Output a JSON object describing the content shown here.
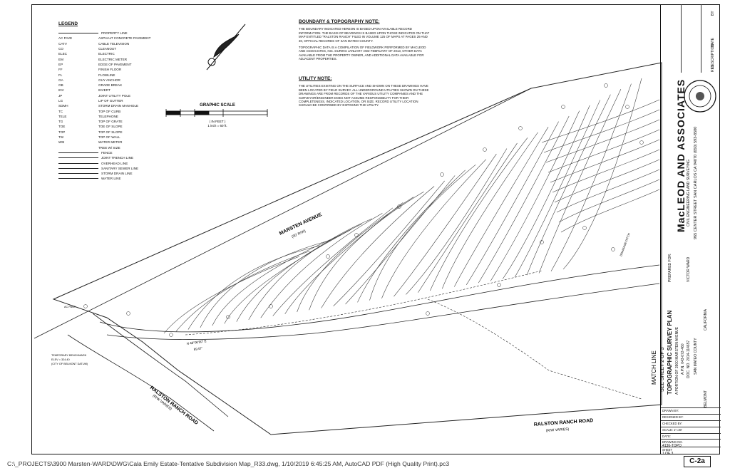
{
  "legend": {
    "title": "LEGEND",
    "items": [
      {
        "abbr": "",
        "desc": "PROPERTY LINE",
        "line": true
      },
      {
        "abbr": "AC PAVE",
        "desc": "ASPHALT CONCRETE PAVEMENT"
      },
      {
        "abbr": "CATV",
        "desc": "CABLE TELEVISION"
      },
      {
        "abbr": "CO",
        "desc": "CLEANOUT"
      },
      {
        "abbr": "ELEC",
        "desc": "ELECTRIC"
      },
      {
        "abbr": "EM",
        "desc": "ELECTRIC METER"
      },
      {
        "abbr": "EP",
        "desc": "EDGE OF PAVEMENT"
      },
      {
        "abbr": "FF",
        "desc": "FINISH FLOOR"
      },
      {
        "abbr": "FL",
        "desc": "FLOWLINE"
      },
      {
        "abbr": "GA",
        "desc": "GUY ANCHOR"
      },
      {
        "abbr": "GB",
        "desc": "GRADE BREAK"
      },
      {
        "abbr": "INV",
        "desc": "INVERT"
      },
      {
        "abbr": "JP",
        "desc": "JOINT UTILITY POLE"
      },
      {
        "abbr": "LG",
        "desc": "LIP OF GUTTER"
      },
      {
        "abbr": "SDMH",
        "desc": "STORM DRAIN MANHOLE"
      },
      {
        "abbr": "TC",
        "desc": "TOP OF CURB"
      },
      {
        "abbr": "TELE",
        "desc": "TELEPHONE"
      },
      {
        "abbr": "TG",
        "desc": "TOP OF GRATE"
      },
      {
        "abbr": "TOE",
        "desc": "TOE OF SLOPE"
      },
      {
        "abbr": "TOP",
        "desc": "TOP OF SLOPE"
      },
      {
        "abbr": "TW",
        "desc": "TOP OF WALL"
      },
      {
        "abbr": "WM",
        "desc": "WATER METER"
      },
      {
        "abbr": "",
        "desc": "TREE W/ SIZE"
      },
      {
        "abbr": "",
        "desc": "FENCE",
        "line": true
      },
      {
        "abbr": "",
        "desc": "JOINT TRENCH LINE",
        "line": true
      },
      {
        "abbr": "",
        "desc": "OVERHEAD LINE",
        "line": true
      },
      {
        "abbr": "",
        "desc": "SANITARY SEWER LINE",
        "line": true
      },
      {
        "abbr": "",
        "desc": "STORM DRAIN LINE",
        "line": true
      },
      {
        "abbr": "",
        "desc": "WATER LINE",
        "line": true
      }
    ]
  },
  "boundary_note": {
    "title": "BOUNDARY & TOPOGRAPHY NOTE:",
    "p1": "THE BOUNDARY INDICATED HEREON IS BASED UPON AVAILABLE RECORD INFORMATION. THE BASIS OF BEARINGS IS BASED UPON THOSE INDICATED ON THAT MAP ENTITLED \"RALSTON RANCH\" FILED IN VOLUME 125 OF MAPS AT PAGES 29 AND 30, OFFICIAL RECORDS OF SAN MATEO COUNTY.",
    "p2": "TOPOGRAPHIC DATA IS A COMPILATION OF FIELDWORK PERFORMED BY MACLEOD AND ASSOCIATES, INC. DURING JANUARY AND FEBRUARY OF 2013, OTHER DATA AVAILABLE FROM THE PROPERTY OWNER, AND ADDITIONAL DATA AVAILABLE FOR ADJACENT PROPERTIES."
  },
  "utility_note": {
    "title": "UTILITY NOTE:",
    "p1": "THE UTILITIES EXISTING ON THE SURFACE AND SHOWN ON THESE DRAWINGS HAVE BEEN LOCATED BY FIELD SURVEY. ALL UNDERGROUND UTILITIES SHOWN ON THESE DRAWINGS ARE FROM RECORDS OF THE VARIOUS UTILITY COMPANIES AND THE SURVEYOR/ENGINEER DOES NOT ASSUME RESPONSIBILITY FOR THEIR COMPLETENESS, INDICATED LOCATION, OR SIZE. RECORD UTILITY LOCATION SHOULD BE CONFIRMED BY EXPOSING THE UTILITY."
  },
  "graphic_scale": {
    "title": "GRAPHIC SCALE",
    "units": "( IN FEET )",
    "ratio": "1 inch = 60 ft."
  },
  "map_labels": {
    "marsten_avenue": "MARSTEN AVENUE",
    "marsten_rw": "(50' R/W)",
    "ralston_road_left": "RALSTON RANCH ROAD",
    "ralston_rw_left": "(R/W VARIES)",
    "ralston_road_bottom": "RALSTON RANCH ROAD",
    "ralston_rw_bottom": "(R/W VARIES)",
    "match_line": "MATCH LINE",
    "see_sheet": "SEE SHEET 2 OF 3",
    "ac_pave": "AC PAVE",
    "bearing": "N 48°00'00\" E",
    "bearing_dist": "89.57'",
    "temp_benchmark": "TEMPORARY BENCHMARK",
    "benchmark_elev": "ELEV = 324.40",
    "benchmark_datum": "(CITY OF BELMONT DATUM)",
    "drainage_ditch": "DRAINAGE DITCH"
  },
  "title_block": {
    "firm": "MacLEOD AND ASSOCIATES",
    "firm_sub": "CIVIL ENGINEERING LAND SURVEYING",
    "firm_address": "965 CENTER STREET SAN CARLOS CA 94070 (650) 593-8580",
    "prepared_for_label": "PREPARED FOR:",
    "client": "VICTOR WARD",
    "plan_title": "TOPOGRAPHIC SURVEY PLAN",
    "plan_sub1": "A PORTION OF 3900 MARSTEN AVENUE",
    "plan_sub2": "A.P.N. 043-072-460",
    "plan_sub3": "DOC. NO. 2014-114657",
    "county": "SAN MATEO COUNTY",
    "city": "BELMONT",
    "state": "CALIFORNIA",
    "drawn_by": "DRAWN BY:",
    "designed_by": "DESIGNED BY:",
    "checked_by": "CHECKED BY:",
    "scale": "SCALE:",
    "scale_val": "1\"=30'",
    "date": "DATE:",
    "drawing_no": "DRAWING NO.",
    "drawing_no_val": "4136-TOPO",
    "sheet": "SHEET",
    "sheet_val": "1 OF 3",
    "rev_header": "REV",
    "date_header": "DATE",
    "desc_header": "DESCRIPTION",
    "by_header": "BY"
  },
  "sheet_number": "C-2a",
  "footer_path": "C:\\_PROJECTS\\3900 Marsten-WARD\\DWG\\Cala Emily Estate-Tentative Subdivision Map_R33.dwg, 1/10/2019 6:45:25 AM, AutoCAD PDF (High Quality Print).pc3"
}
